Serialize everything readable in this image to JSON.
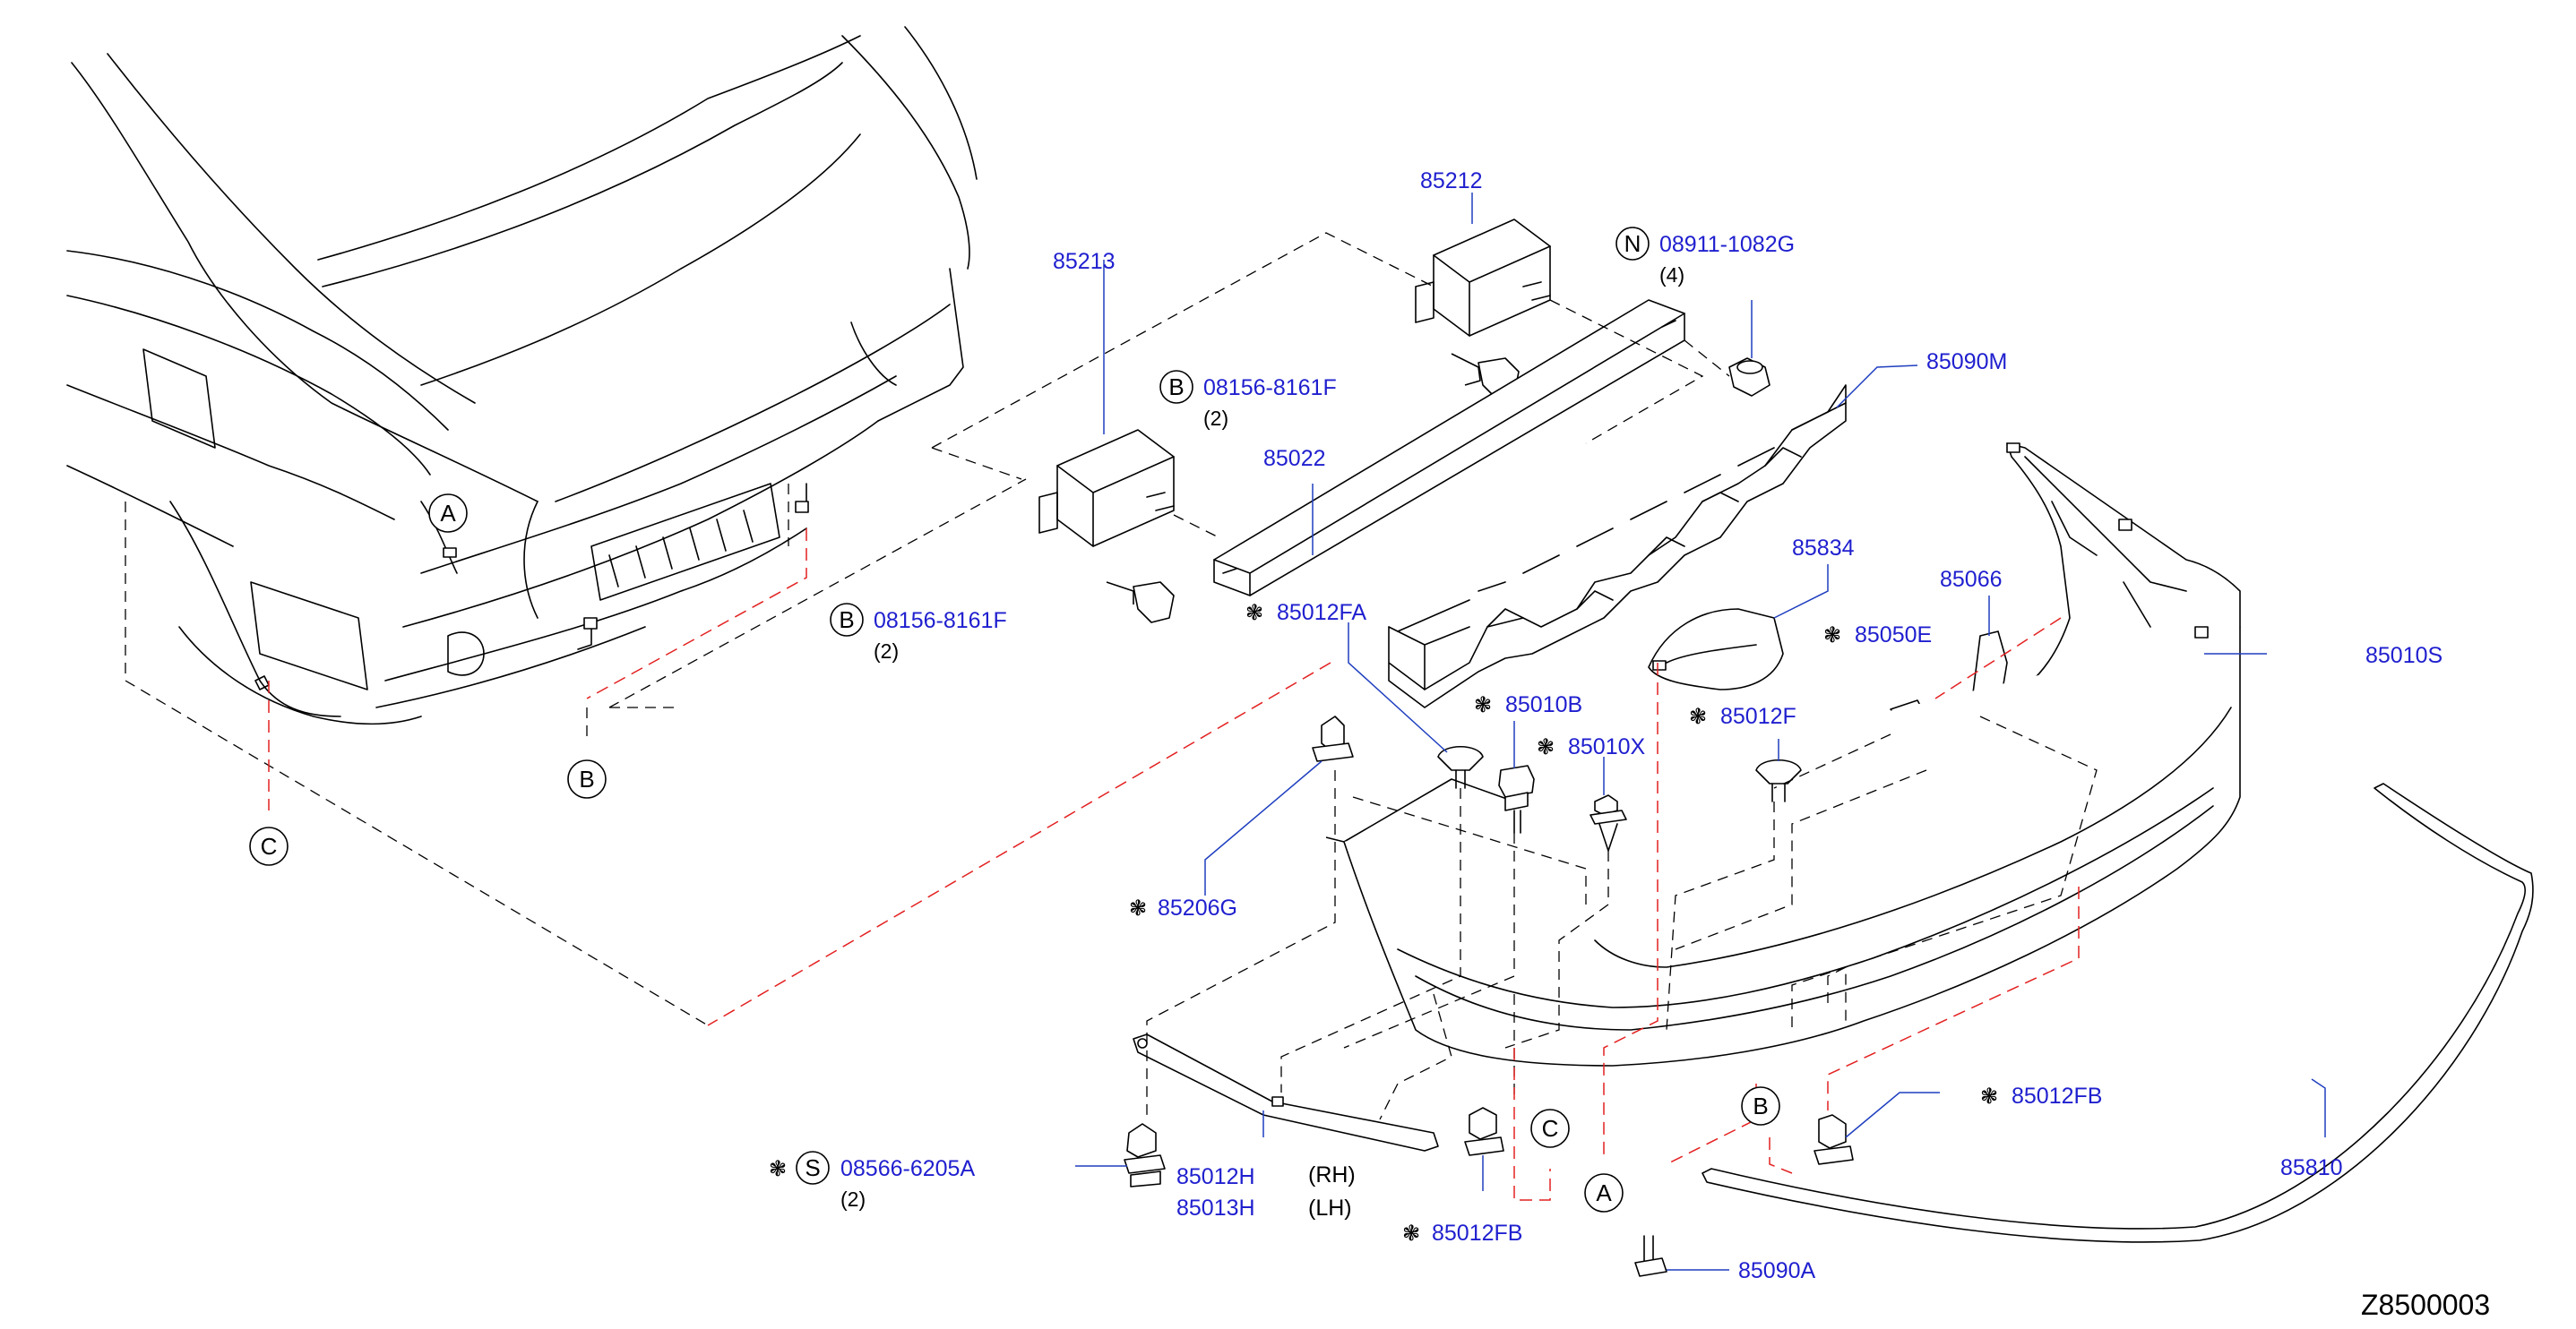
{
  "diagram": {
    "reference_code": "Z8500003",
    "part_labels": [
      {
        "id": "p85212",
        "text": "85212",
        "star": false
      },
      {
        "id": "p85213",
        "text": "85213",
        "star": false
      },
      {
        "id": "p08911",
        "text": "08911-1082G",
        "star": false,
        "circle": "N",
        "qty": "(4)"
      },
      {
        "id": "p08156a",
        "text": "08156-8161F",
        "star": false,
        "circle": "B",
        "qty": "(2)"
      },
      {
        "id": "p08156b",
        "text": "08156-8161F",
        "star": false,
        "circle": "B",
        "qty": "(2)"
      },
      {
        "id": "p85022",
        "text": "85022",
        "star": false
      },
      {
        "id": "p85090M",
        "text": "85090M",
        "star": false
      },
      {
        "id": "p85834",
        "text": "85834",
        "star": false
      },
      {
        "id": "p85066",
        "text": "85066",
        "star": false
      },
      {
        "id": "p85012FA",
        "text": "85012FA",
        "star": true
      },
      {
        "id": "p85050E",
        "text": "85050E",
        "star": true
      },
      {
        "id": "p85010S",
        "text": "85010S",
        "star": false
      },
      {
        "id": "p85010B",
        "text": "85010B",
        "star": true
      },
      {
        "id": "p85010X",
        "text": "85010X",
        "star": true
      },
      {
        "id": "p85012F",
        "text": "85012F",
        "star": true
      },
      {
        "id": "p85206G",
        "text": "85206G",
        "star": true
      },
      {
        "id": "p85012FB_r",
        "text": "85012FB",
        "star": true
      },
      {
        "id": "p85810",
        "text": "85810",
        "star": false
      },
      {
        "id": "p08566",
        "text": "08566-6205A",
        "star": true,
        "circle": "S",
        "qty": "(2)"
      },
      {
        "id": "p85012H",
        "text": "85012H",
        "star": false,
        "side": "(RH)"
      },
      {
        "id": "p85013H",
        "text": "85013H",
        "star": false,
        "side": "(LH)"
      },
      {
        "id": "p85012FB_b",
        "text": "85012FB",
        "star": true
      },
      {
        "id": "p85090A",
        "text": "85090A",
        "star": false
      }
    ],
    "connectors": [
      {
        "id": "conA1",
        "letter": "A"
      },
      {
        "id": "conB1",
        "letter": "B"
      },
      {
        "id": "conC1",
        "letter": "C"
      },
      {
        "id": "conA2",
        "letter": "A"
      },
      {
        "id": "conB2",
        "letter": "B"
      },
      {
        "id": "conC2",
        "letter": "C"
      }
    ],
    "colors": {
      "part_number": "#1f1fcf",
      "leader": "#1f3fbf",
      "red_dash": "#e32020",
      "line": "#000000"
    }
  }
}
